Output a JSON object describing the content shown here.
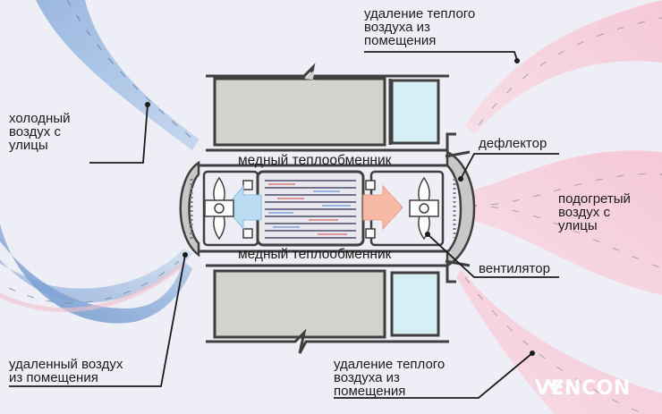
{
  "labels": {
    "top_right": "удаление теплого\nвоздуха из\nпомещения",
    "top_left": "холодный\nвоздух с\nулицы",
    "deflector": "дефлектор",
    "right_mid": "подогретый\nвоздух с\nулицы",
    "fan": "вентилятор",
    "bottom_left": "удаленный воздух\nиз помещения",
    "bottom_right": "удаление теплого\nвоздуха из\nпомещения",
    "exchanger_top": "медный теплообменник",
    "exchanger_bottom": "медный теплообменник"
  },
  "brand": "VENCON",
  "colors": {
    "background": "#eeeef6",
    "cold_air": "#8fb3de",
    "warm_air": "#f6c6d2",
    "wall": "#d3d3ce",
    "outline": "#3f3f3f",
    "glass": "#d6eef6",
    "cold_arrow": "#b9dcf0",
    "warm_arrow": "#f6b9a4"
  }
}
